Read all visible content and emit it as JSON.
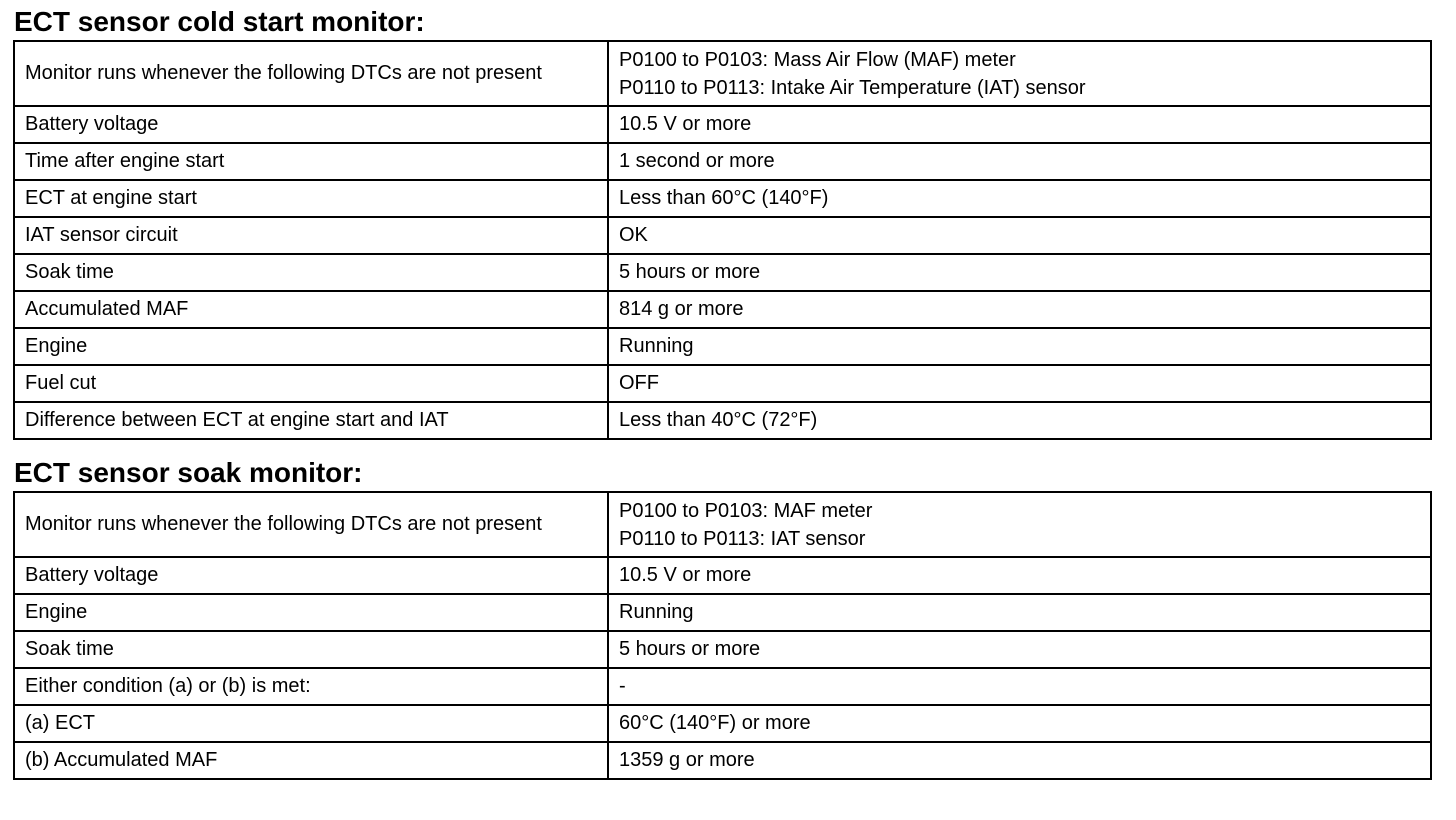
{
  "sections": [
    {
      "title": "ECT sensor cold start monitor:",
      "rows": [
        {
          "label": "Monitor runs whenever the following DTCs are not present",
          "value_lines": [
            "P0100 to P0103: Mass Air Flow (MAF) meter",
            "P0110 to P0113: Intake Air Temperature (IAT) sensor"
          ]
        },
        {
          "label": "Battery voltage",
          "value_lines": [
            "10.5 V or more"
          ]
        },
        {
          "label": "Time after engine start",
          "value_lines": [
            "1 second or more"
          ]
        },
        {
          "label": "ECT at engine start",
          "value_lines": [
            "Less than 60°C (140°F)"
          ]
        },
        {
          "label": "IAT sensor circuit",
          "value_lines": [
            "OK"
          ]
        },
        {
          "label": "Soak time",
          "value_lines": [
            "5 hours or more"
          ]
        },
        {
          "label": "Accumulated MAF",
          "value_lines": [
            "814 g or more"
          ]
        },
        {
          "label": "Engine",
          "value_lines": [
            "Running"
          ]
        },
        {
          "label": "Fuel cut",
          "value_lines": [
            "OFF"
          ]
        },
        {
          "label": "Difference between ECT at engine start and IAT",
          "value_lines": [
            "Less than 40°C (72°F)"
          ]
        }
      ]
    },
    {
      "title": "ECT sensor soak monitor:",
      "rows": [
        {
          "label": "Monitor runs whenever the following DTCs are not present",
          "value_lines": [
            "P0100 to P0103: MAF meter",
            "P0110 to P0113: IAT sensor"
          ]
        },
        {
          "label": "Battery voltage",
          "value_lines": [
            "10.5 V or more"
          ]
        },
        {
          "label": "Engine",
          "value_lines": [
            "Running"
          ]
        },
        {
          "label": "Soak time",
          "value_lines": [
            "5 hours or more"
          ]
        },
        {
          "label": "Either condition (a) or (b) is met:",
          "value_lines": [
            "-"
          ]
        },
        {
          "label": "(a) ECT",
          "value_lines": [
            "60°C (140°F) or more"
          ]
        },
        {
          "label": "(b) Accumulated MAF",
          "value_lines": [
            "1359 g or more"
          ]
        }
      ]
    }
  ]
}
